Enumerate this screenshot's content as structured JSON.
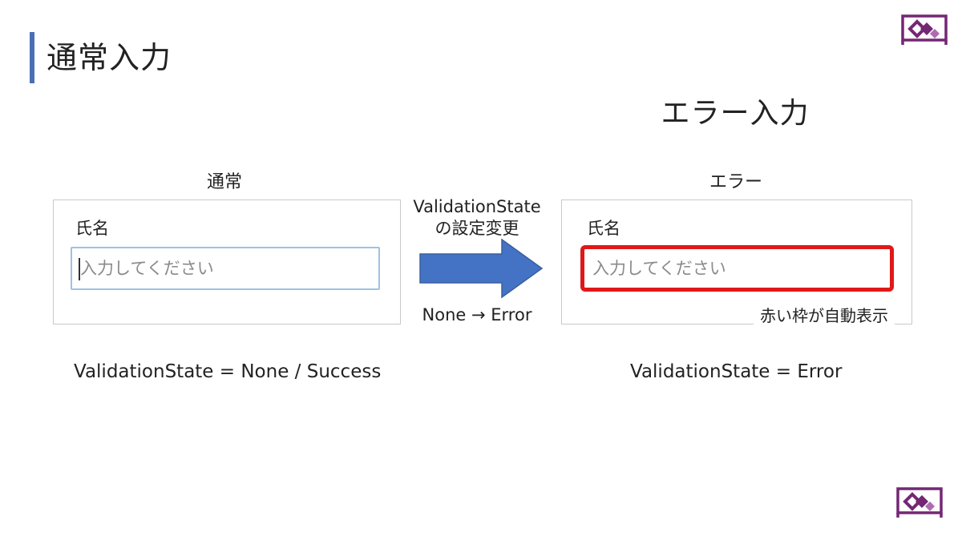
{
  "slide": {
    "title": "通常入力",
    "section_title": "エラー入力"
  },
  "normal_panel": {
    "caption": "通常",
    "field_label": "氏名",
    "input_value": "",
    "input_placeholder": "入力してください",
    "border_color": "#9ec1e6",
    "state_text": "ValidationState = None / Success"
  },
  "middle": {
    "line1": "ValidationState",
    "line2": "の設定変更",
    "transition": "None → Error",
    "arrow_icon": "right-arrow-icon",
    "arrow_color": "#4472c4"
  },
  "error_panel": {
    "caption": "エラー",
    "field_label": "氏名",
    "input_value": "",
    "input_placeholder": "入力してください",
    "border_color": "#e01818",
    "note": "赤い枠が自動表示",
    "state_text": "ValidationState = Error"
  },
  "branding": {
    "logo_icon": "power-apps-logo-icon",
    "accent_color": "#742774"
  },
  "colors": {
    "title_bar": "#4a6fb5"
  }
}
